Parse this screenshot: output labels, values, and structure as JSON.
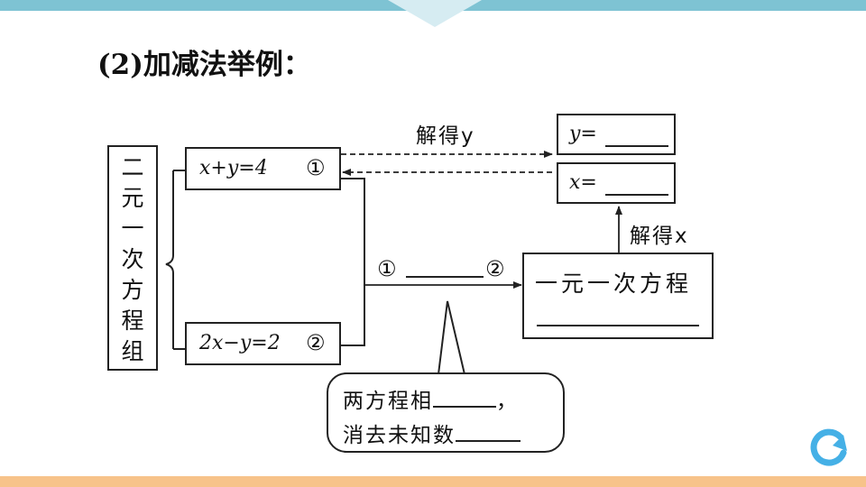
{
  "heading": "(2)加减法举例：",
  "system_label": [
    "二",
    "元",
    "一",
    "次",
    "方",
    "程",
    "组"
  ],
  "equation1": {
    "expr": "x+y=4",
    "marker": "①"
  },
  "equation2": {
    "expr": "2x−y=2",
    "marker": "②"
  },
  "solve_y_label": "解得y",
  "solve_x_label": "解得x",
  "result_y": "y=",
  "result_x": "x=",
  "operation": {
    "left": "①",
    "right": "②"
  },
  "single_equation": "一元一次方程",
  "note": {
    "line1": "两方程相",
    "line1_end": "，",
    "line2": "消去未知数"
  },
  "colors": {
    "top_bar": "#7ec3d3",
    "bottom_bar": "#f7c38a",
    "refresh_icon": "#45b0e6"
  },
  "icons": {
    "replay": "replay-icon"
  }
}
